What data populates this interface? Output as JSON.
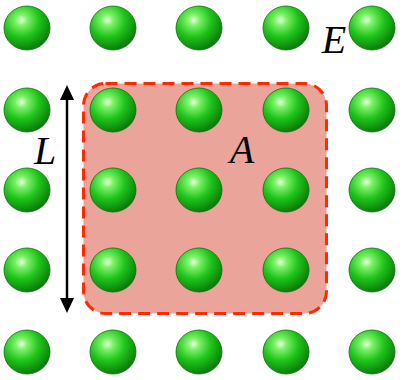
{
  "diagram": {
    "nodes": [
      {
        "text": [
          "A"
        ]
      }
    ],
    "labels": [
      "E",
      "L"
    ]
  }
}
